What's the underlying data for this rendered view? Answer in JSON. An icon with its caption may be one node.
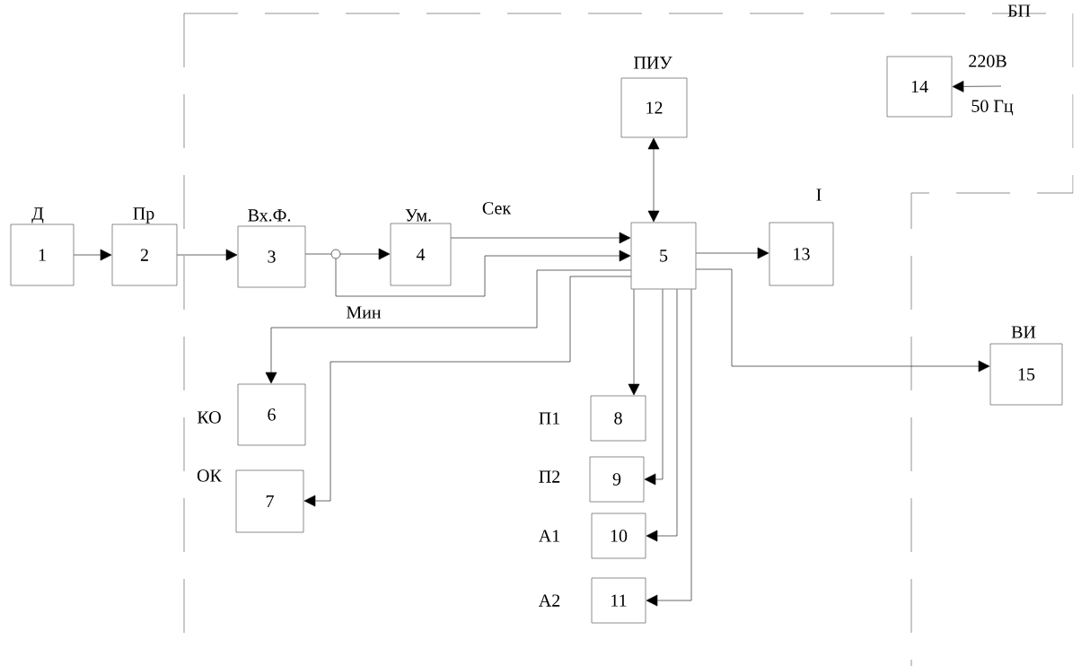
{
  "diagram": {
    "nodes": [
      {
        "text": [
          "Д",
          "1"
        ]
      },
      {
        "text": [
          "Пр",
          "2"
        ]
      },
      {
        "text": [
          "Вх.Ф.",
          "3"
        ]
      },
      {
        "text": [],
        "shape": "circle"
      },
      {
        "text": [
          "Ум.",
          "4"
        ]
      },
      {
        "text": [
          "5"
        ]
      },
      {
        "text": [
          "КО",
          "6"
        ]
      },
      {
        "text": [
          "ОК",
          "7"
        ]
      },
      {
        "text": [
          "П1",
          "8"
        ]
      },
      {
        "text": [
          "П2",
          "9"
        ]
      },
      {
        "text": [
          "А1",
          "10"
        ]
      },
      {
        "text": [
          "А2",
          "11"
        ]
      },
      {
        "text": [
          "ПИУ",
          "12"
        ]
      },
      {
        "text": [
          "I",
          "13"
        ]
      },
      {
        "text": [
          "14"
        ]
      },
      {
        "text": [
          "ВИ",
          "15"
        ]
      }
    ],
    "edges": [
      {
        "from": 0,
        "to": 1,
        "arrow": "to"
      },
      {
        "from": 1,
        "to": 2,
        "arrow": "to"
      },
      {
        "from": 2,
        "to": 3,
        "arrow": "none"
      },
      {
        "from": 3,
        "to": 4,
        "arrow": "to"
      },
      {
        "from": 4,
        "to": 5,
        "arrow": "to",
        "label": "Сек"
      },
      {
        "from": 3,
        "to": 5,
        "arrow": "to",
        "label": "Мин"
      },
      {
        "from": 5,
        "to": 6,
        "arrow": "to"
      },
      {
        "from": 5,
        "to": 7,
        "arrow": "to"
      },
      {
        "from": 5,
        "to": 8,
        "arrow": "to"
      },
      {
        "from": 5,
        "to": 9,
        "arrow": "to"
      },
      {
        "from": 5,
        "to": 10,
        "arrow": "to"
      },
      {
        "from": 5,
        "to": 11,
        "arrow": "to"
      },
      {
        "from": 5,
        "to": 12,
        "arrow": "both"
      },
      {
        "from": 5,
        "to": 13,
        "arrow": "to"
      },
      {
        "from": 5,
        "to": 15,
        "arrow": "to"
      },
      {
        "from": null,
        "to": 14,
        "arrow": "to"
      }
    ],
    "labels": [
      "БП",
      "220В",
      "50 Гц"
    ]
  }
}
